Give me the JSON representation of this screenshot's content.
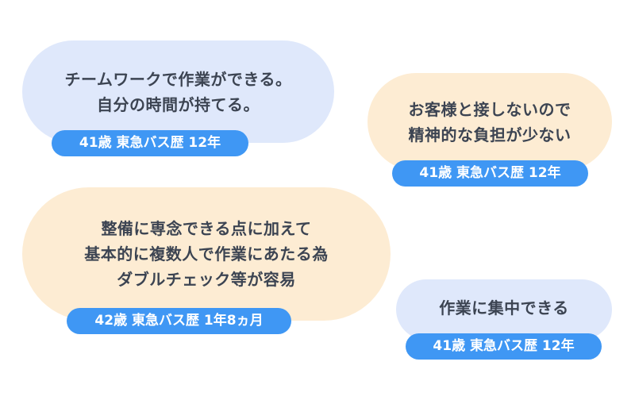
{
  "colors": {
    "bubble_blue": "#dfe8fb",
    "bubble_cream": "#fdecd3",
    "badge_blue": "#3f97f4",
    "text_dark": "#3c4452",
    "badge_text": "#ffffff"
  },
  "testimonials": [
    {
      "lines": [
        "チームワークで作業ができる。",
        "自分の時間が持てる。"
      ],
      "badge": "41歳 東急バス歴 12年",
      "style": "blue"
    },
    {
      "lines": [
        "お客様と接しないので",
        "精神的な負担が少ない"
      ],
      "badge": "41歳 東急バス歴 12年",
      "style": "cream"
    },
    {
      "lines": [
        "整備に専念できる点に加えて",
        "基本的に複数人で作業にあたる為",
        "ダブルチェック等が容易"
      ],
      "badge": "42歳 東急バス歴 1年8ヵ月",
      "style": "cream"
    },
    {
      "lines": [
        "作業に集中できる"
      ],
      "badge": "41歳 東急バス歴 12年",
      "style": "blue"
    }
  ]
}
